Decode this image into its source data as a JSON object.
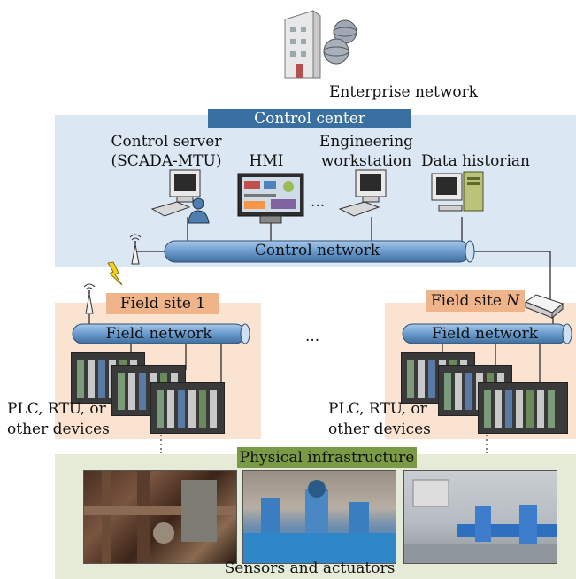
{
  "labels": {
    "enterprise_network": "Enterprise network",
    "control_center": "Control center",
    "control_server_line1": "Control server",
    "control_server_line2": "(SCADA-MTU)",
    "hmi": "HMI",
    "engineering_line1": "Engineering",
    "engineering_line2": "workstation",
    "data_historian": "Data historian",
    "ellipsis_control": "...",
    "control_network": "Control network",
    "field_site_1": "Field site 1",
    "field_site_n_prefix": "Field site ",
    "field_site_n_var": "N",
    "field_network_1": "Field network",
    "field_network_n": "Field network",
    "ellipsis_field": "...",
    "plc_left_line1": "PLC, RTU, or",
    "plc_left_line2": "other devices",
    "plc_right_line1": "PLC, RTU, or",
    "plc_right_line2": "other devices",
    "physical_infrastructure": "Physical infrastructure",
    "sensors_actuators": "Sensors and actuators"
  },
  "colors": {
    "control_center_fill": "#dbe7f3",
    "control_center_banner": "#3a6fa2",
    "field_site_fill": "#fbe3d2",
    "field_site_banner": "#f0b48a",
    "physical_fill": "#e6ebd8",
    "physical_banner": "#7a9a45",
    "network_pipe": "#6f9fd0"
  },
  "icons": [
    "server-building-icon",
    "computer-user-icon",
    "hmi-screen-icon",
    "workstation-icon",
    "historian-computer-icon",
    "antenna-icon",
    "wireless-link-icon",
    "modem-icon",
    "plc-rack-icon",
    "photo-image"
  ]
}
